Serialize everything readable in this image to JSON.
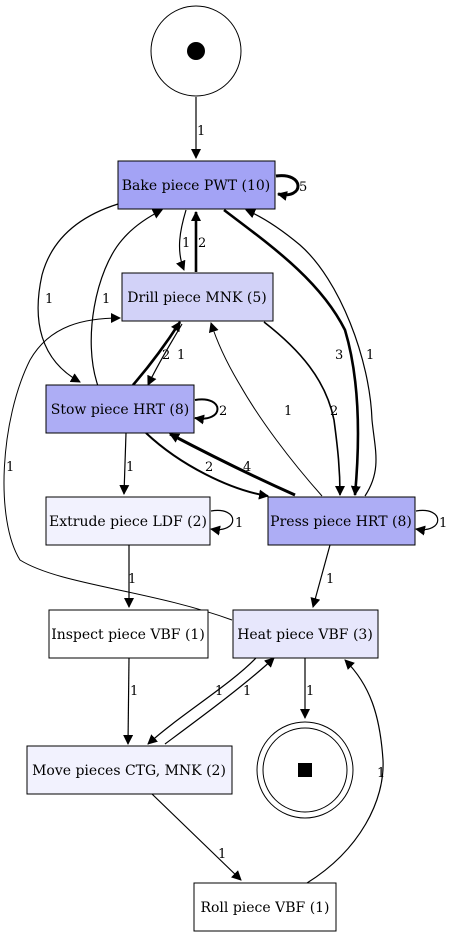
{
  "nodes": [
    {
      "id": "start",
      "label": "",
      "fill": "#ffffff"
    },
    {
      "id": "bake",
      "label": "Bake piece PWT (10)",
      "fill": "#a3a3f5"
    },
    {
      "id": "drill",
      "label": "Drill piece MNK (5)",
      "fill": "#d2d2f8"
    },
    {
      "id": "stow",
      "label": "Stow piece HRT (8)",
      "fill": "#adadf5"
    },
    {
      "id": "extrude",
      "label": "Extrude piece LDF (2)",
      "fill": "#f2f2fe"
    },
    {
      "id": "press",
      "label": "Press piece HRT (8)",
      "fill": "#adadf5"
    },
    {
      "id": "inspect",
      "label": "Inspect piece VBF (1)",
      "fill": "#ffffff"
    },
    {
      "id": "heat",
      "label": "Heat piece VBF (3)",
      "fill": "#e7e7fc"
    },
    {
      "id": "move",
      "label": "Move pieces CTG, MNK (2)",
      "fill": "#f2f2fe"
    },
    {
      "id": "end",
      "label": "",
      "fill": "#ffffff"
    },
    {
      "id": "roll",
      "label": "Roll piece VBF (1)",
      "fill": "#ffffff"
    }
  ],
  "edges": [
    {
      "id": "start-bake",
      "label": "1"
    },
    {
      "id": "bake-self",
      "label": "5"
    },
    {
      "id": "bake-stow",
      "label": "1"
    },
    {
      "id": "bake-drill",
      "label": "1"
    },
    {
      "id": "drill-bake",
      "label": "2"
    },
    {
      "id": "bake-press",
      "label": "3"
    },
    {
      "id": "press-bake",
      "label": "1"
    },
    {
      "id": "stow-bake",
      "label": "1"
    },
    {
      "id": "stow-drill",
      "label": "2"
    },
    {
      "id": "drill-stow",
      "label": "1"
    },
    {
      "id": "drill-press",
      "label": "2"
    },
    {
      "id": "press-drill",
      "label": "1"
    },
    {
      "id": "stow-self",
      "label": "2"
    },
    {
      "id": "stow-press",
      "label": "2"
    },
    {
      "id": "press-stow",
      "label": "4"
    },
    {
      "id": "stow-extrude",
      "label": "1"
    },
    {
      "id": "heat-drill",
      "label": "1"
    },
    {
      "id": "extrude-self",
      "label": "1"
    },
    {
      "id": "press-self",
      "label": "1"
    },
    {
      "id": "extrude-inspect",
      "label": "1"
    },
    {
      "id": "press-heat",
      "label": "1"
    },
    {
      "id": "inspect-move",
      "label": "1"
    },
    {
      "id": "heat-move",
      "label": "1"
    },
    {
      "id": "move-heat",
      "label": "1"
    },
    {
      "id": "heat-end",
      "label": "1"
    },
    {
      "id": "move-roll",
      "label": "1"
    },
    {
      "id": "roll-heat",
      "label": "1"
    }
  ]
}
